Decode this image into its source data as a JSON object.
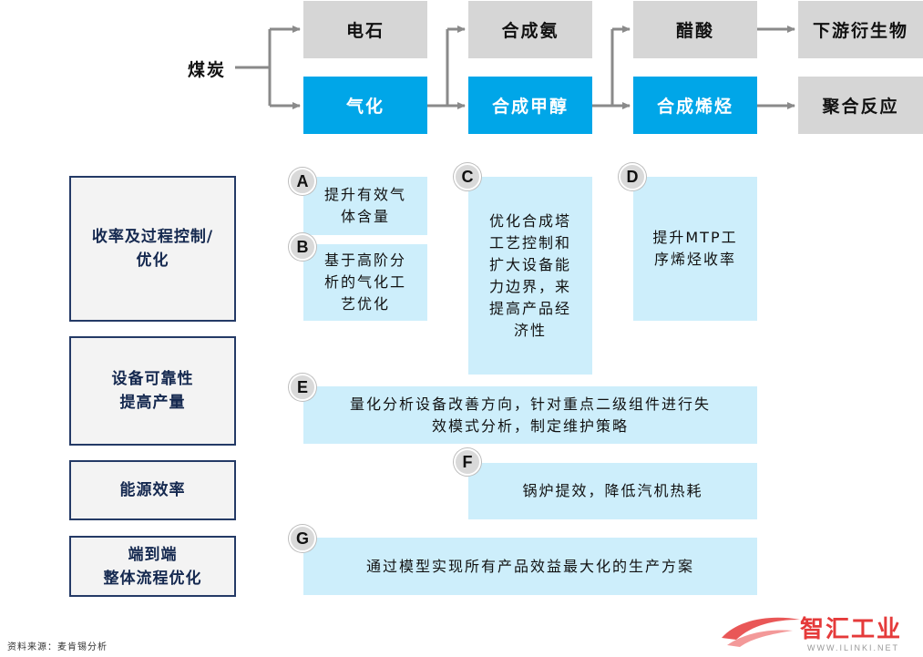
{
  "flow": {
    "root": "煤炭",
    "calcium_carbide": "电石",
    "gasification": "气化",
    "synthetic_ammonia": "合成氨",
    "synthetic_methanol": "合成甲醇",
    "acetic_acid": "醋酸",
    "synthetic_olefins": "合成烯烃",
    "downstream_derivatives": "下游衍生物",
    "polymerization": "聚合反应"
  },
  "categories": [
    {
      "label": "收率及过程控制/\n优化"
    },
    {
      "label": "设备可靠性\n提高产量"
    },
    {
      "label": "能源效率"
    },
    {
      "label": "端到端\n整体流程优化"
    }
  ],
  "solutions": {
    "A": {
      "badge": "A",
      "text": "提升有效气\n体含量"
    },
    "B": {
      "badge": "B",
      "text": "基于高阶分\n析的气化工\n艺优化"
    },
    "C": {
      "badge": "C",
      "text": "优化合成塔\n工艺控制和\n扩大设备能\n力边界，来\n提高产品经\n济性"
    },
    "D": {
      "badge": "D",
      "text": "提升MTP工\n序烯烃收率"
    },
    "E": {
      "badge": "E",
      "text": "量化分析设备改善方向，针对重点二级组件进行失\n效模式分析，制定维护策略"
    },
    "F": {
      "badge": "F",
      "text": "锅炉提效，降低汽机热耗"
    },
    "G": {
      "badge": "G",
      "text": "通过模型实现所有产品效益最大化的生产方案"
    }
  },
  "source": "资料来源：麦肯锡分析",
  "watermark": {
    "name": "智汇工业",
    "url": "WWW.ILINKI.NET"
  },
  "colors": {
    "blue": "#00a6e8",
    "gray": "#d6d6d6",
    "light_blue": "#cdeefb",
    "navy": "#243a66"
  }
}
